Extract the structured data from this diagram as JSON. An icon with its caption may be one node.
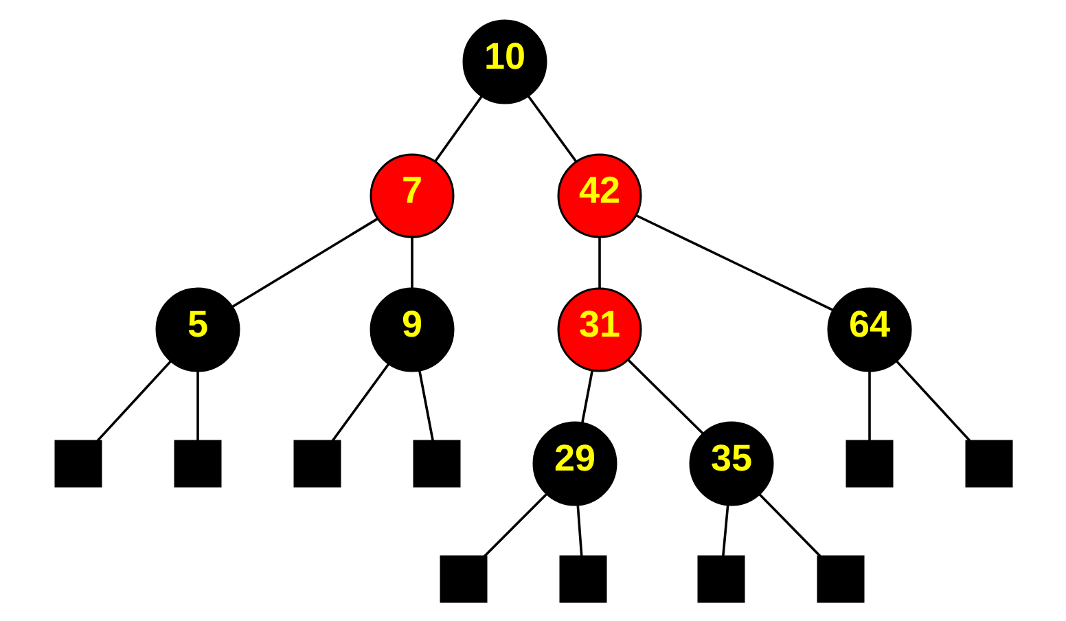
{
  "diagram": {
    "nodes": [
      {
        "text": [
          "10"
        ]
      },
      {
        "text": [
          "7"
        ]
      },
      {
        "text": [
          "42"
        ]
      },
      {
        "text": [
          "5"
        ]
      },
      {
        "text": [
          "9"
        ]
      },
      {
        "text": [
          "31"
        ]
      },
      {
        "text": [
          "64"
        ]
      },
      {
        "text": [
          "29"
        ]
      },
      {
        "text": [
          "35"
        ]
      },
      {
        "text": [],
        "shape": "box"
      },
      {
        "text": [],
        "shape": "box"
      },
      {
        "text": [],
        "shape": "box"
      },
      {
        "text": [],
        "shape": "box"
      },
      {
        "text": [],
        "shape": "box"
      },
      {
        "text": [],
        "shape": "box"
      },
      {
        "text": [],
        "shape": "box"
      },
      {
        "text": [],
        "shape": "box"
      },
      {
        "text": [],
        "shape": "box"
      },
      {
        "text": [],
        "shape": "box"
      }
    ],
    "edges": [
      {
        "from": 0,
        "to": 1,
        "arrow": "none"
      },
      {
        "from": 0,
        "to": 2,
        "arrow": "none"
      },
      {
        "from": 1,
        "to": 3,
        "arrow": "none"
      },
      {
        "from": 1,
        "to": 4,
        "arrow": "none"
      },
      {
        "from": 2,
        "to": 5,
        "arrow": "none"
      },
      {
        "from": 2,
        "to": 6,
        "arrow": "none"
      },
      {
        "from": 3,
        "to": 9,
        "arrow": "none"
      },
      {
        "from": 3,
        "to": 10,
        "arrow": "none"
      },
      {
        "from": 4,
        "to": 11,
        "arrow": "none"
      },
      {
        "from": 4,
        "to": 12,
        "arrow": "none"
      },
      {
        "from": 5,
        "to": 7,
        "arrow": "none"
      },
      {
        "from": 5,
        "to": 8,
        "arrow": "none"
      },
      {
        "from": 6,
        "to": 13,
        "arrow": "none"
      },
      {
        "from": 6,
        "to": 14,
        "arrow": "none"
      },
      {
        "from": 7,
        "to": 15,
        "arrow": "none"
      },
      {
        "from": 7,
        "to": 16,
        "arrow": "none"
      },
      {
        "from": 8,
        "to": 17,
        "arrow": "none"
      },
      {
        "from": 8,
        "to": 18,
        "arrow": "none"
      }
    ]
  }
}
